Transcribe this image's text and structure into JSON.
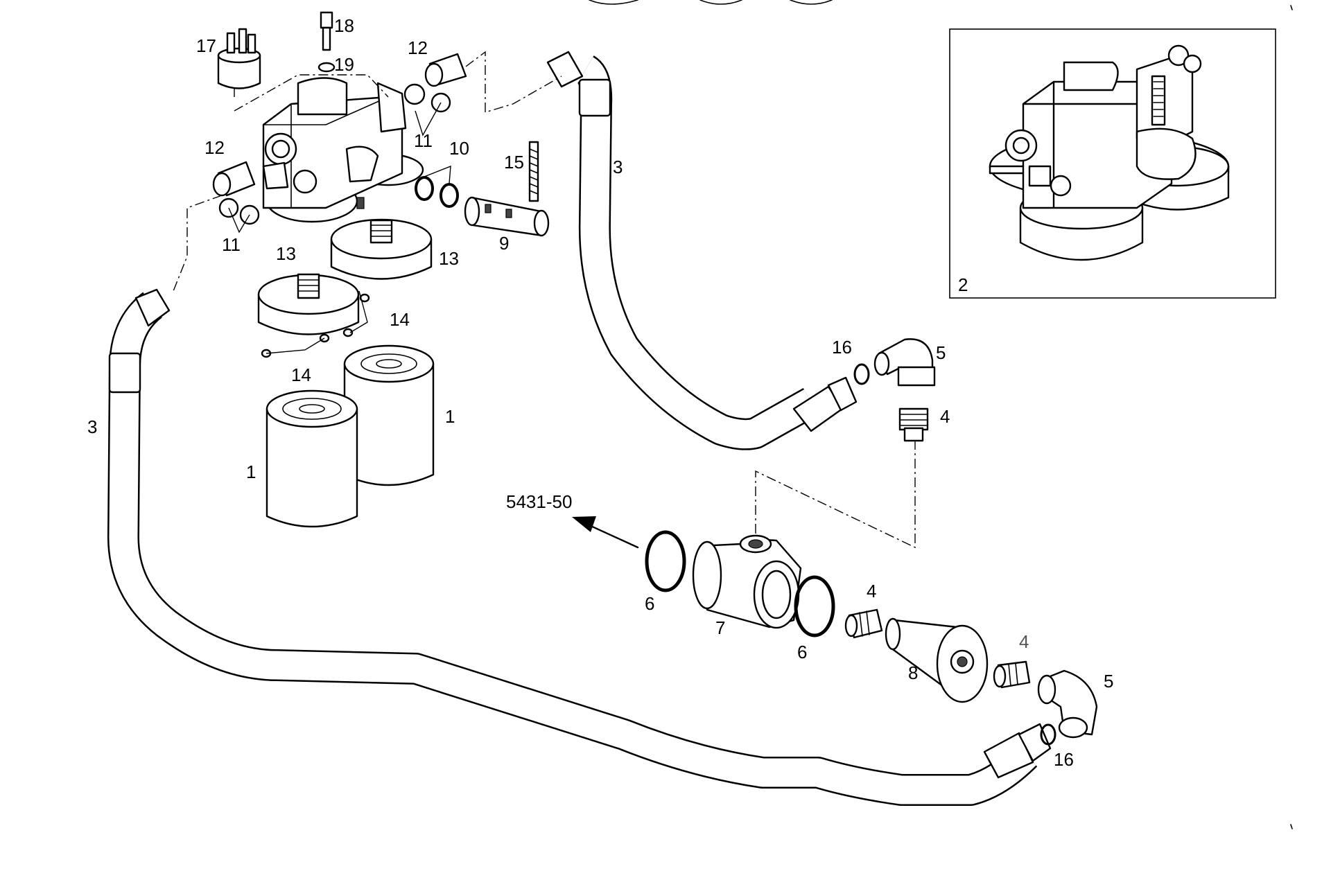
{
  "diagram": {
    "reference_arrow_label": "5431-50",
    "inset_label": "2",
    "callouts": {
      "filter_left": "1",
      "filter_right": "1",
      "hose_left": "3",
      "hose_top": "3",
      "adapter_top": "4",
      "adapter_mid": "4",
      "adapter_right": "4",
      "elbow_top": "5",
      "elbow_bottom": "5",
      "ring_left": "6",
      "ring_right": "6",
      "tee_housing": "7",
      "sender_unit": "8",
      "valve_cylinder": "9",
      "seal_rings": "10",
      "plugs_top": "11",
      "plugs_left": "11",
      "nipple_top": "12",
      "nipple_left": "12",
      "adapter_plate_left": "13",
      "adapter_plate_right": "13",
      "screws_right": "14",
      "screws_left": "14",
      "spring": "15",
      "oring_top": "16",
      "oring_bottom": "16",
      "pressure_sensor": "17",
      "bleed_screw": "18",
      "washer": "19"
    }
  }
}
